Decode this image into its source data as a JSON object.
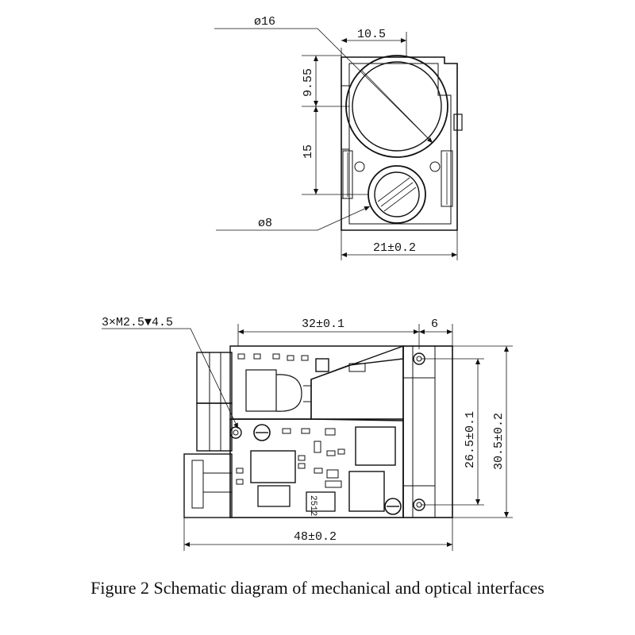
{
  "top_view": {
    "dim_large_diameter": "ø16",
    "dim_top_width": "10.5",
    "dim_upper_height": "9.55",
    "dim_lower_height": "15",
    "dim_small_diameter": "ø8",
    "dim_bottom_width": "21±0.2"
  },
  "side_view": {
    "dim_screws": "3×M2.5▼4.5",
    "dim_board_length": "32±0.1",
    "dim_right_offset": "6",
    "dim_hole_spacing": "26.5±0.1",
    "dim_height": "30.5±0.2",
    "dim_total_length": "48±0.2",
    "chip_label": "2512"
  },
  "caption": "Figure 2 Schematic diagram of mechanical and optical interfaces"
}
